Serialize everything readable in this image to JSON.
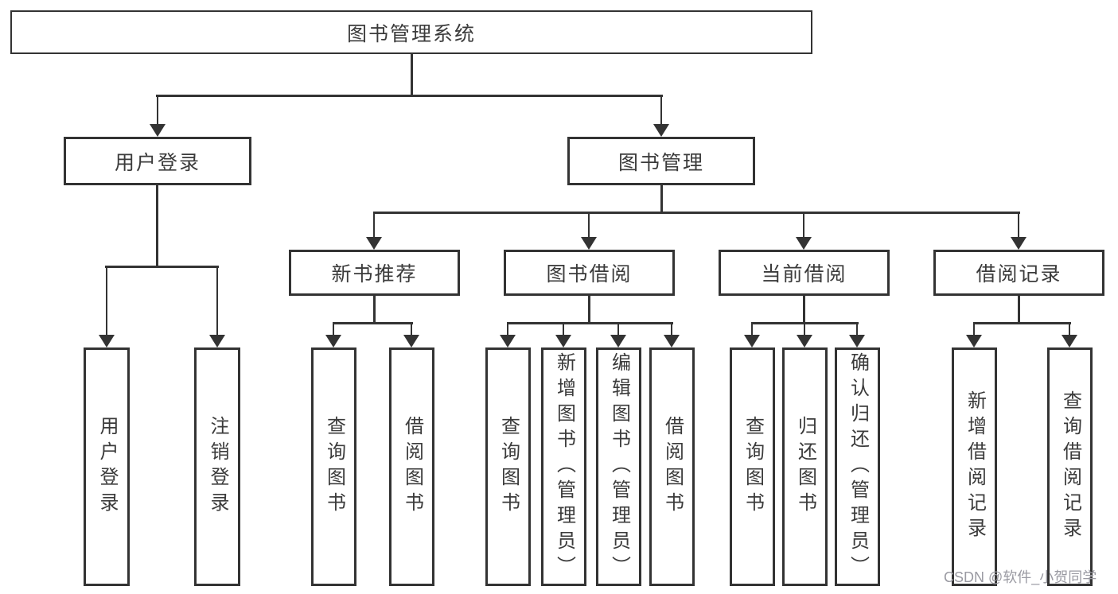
{
  "root": {
    "label": "图书管理系统"
  },
  "login": {
    "label": "用户登录",
    "children": [
      {
        "label": "用户登录"
      },
      {
        "label": "注销登录"
      }
    ]
  },
  "manage": {
    "label": "图书管理",
    "sections": [
      {
        "label": "新书推荐",
        "children": [
          {
            "label": "查询图书"
          },
          {
            "label": "借阅图书"
          }
        ]
      },
      {
        "label": "图书借阅",
        "children": [
          {
            "label": "查询图书"
          },
          {
            "label": "新增图书（管理员）"
          },
          {
            "label": "编辑图书（管理员）"
          },
          {
            "label": "借阅图书"
          }
        ]
      },
      {
        "label": "当前借阅",
        "children": [
          {
            "label": "查询图书"
          },
          {
            "label": "归还图书"
          },
          {
            "label": "确认归还（管理员）"
          }
        ]
      },
      {
        "label": "借阅记录",
        "children": [
          {
            "label": "新增借阅记录"
          },
          {
            "label": "查询借阅记录"
          }
        ]
      }
    ]
  },
  "watermark": "CSDN @软件_小贺同学",
  "colors": {
    "line": "#333333",
    "text": "#3b3b3b",
    "watermark": "#9a9aa2",
    "background": "#ffffff"
  }
}
